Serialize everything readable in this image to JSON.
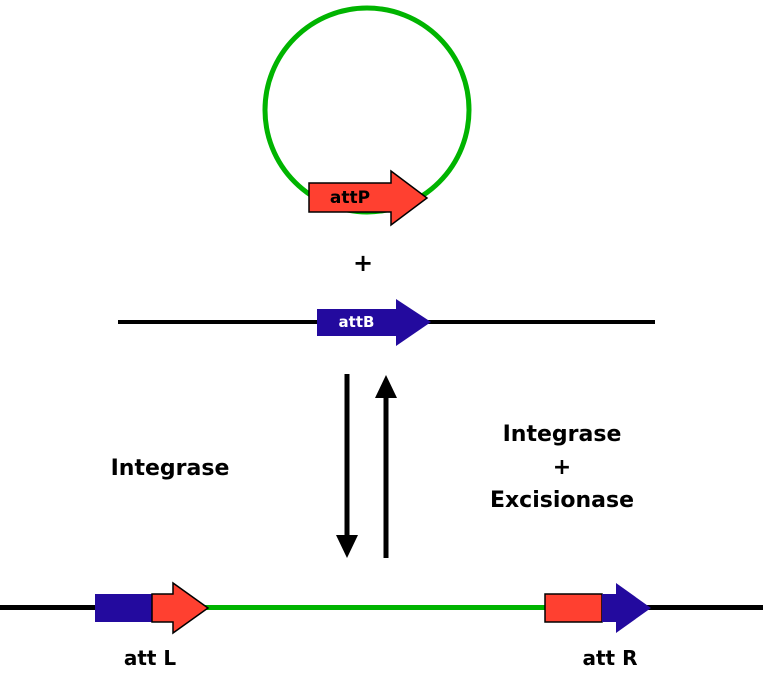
{
  "diagram": {
    "plasmid": {
      "attP_label": "attP"
    },
    "plus_sign": "+",
    "genome": {
      "attB_label": "attB"
    },
    "left_reaction_label": "Integrase",
    "right_reaction_label": {
      "line1": "Integrase",
      "line2": "+",
      "line3": "Excisionase"
    },
    "product": {
      "attL_label": "att L",
      "attR_label": "att R"
    }
  },
  "colors": {
    "plasmid_green": "#00b400",
    "att_red": "#ff4030",
    "att_blue": "#230a9e",
    "line_black": "#000000",
    "attb_text_white": "#ffffff"
  }
}
